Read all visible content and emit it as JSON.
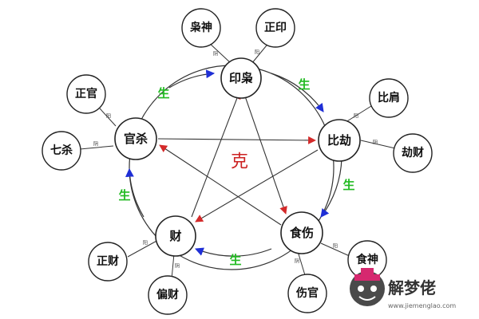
{
  "elements": {
    "yinxiao": "印枭",
    "bijie": "比劫",
    "shishang": "食伤",
    "cai": "财",
    "guansha": "官杀"
  },
  "satellites": {
    "xiaoshen": "枭神",
    "zhengyin": "正印",
    "bijian": "比肩",
    "jiecai": "劫财",
    "shishen": "食神",
    "shangguan": "伤官",
    "zhengcai": "正财",
    "piancai": "偏财",
    "zhengguan": "正官",
    "qisha": "七杀"
  },
  "relations": {
    "sheng": "生",
    "ke": "克"
  },
  "polarity": {
    "yin": "阴",
    "yang": "阳"
  },
  "colors": {
    "sheng_arrow": "#1f2fd6",
    "ke_arrow": "#d42a2a",
    "sheng_text": "#22bb22",
    "ke_text": "#cc2222"
  },
  "watermark": {
    "text": "解梦佬",
    "url": "www.jiemenglao.com"
  }
}
